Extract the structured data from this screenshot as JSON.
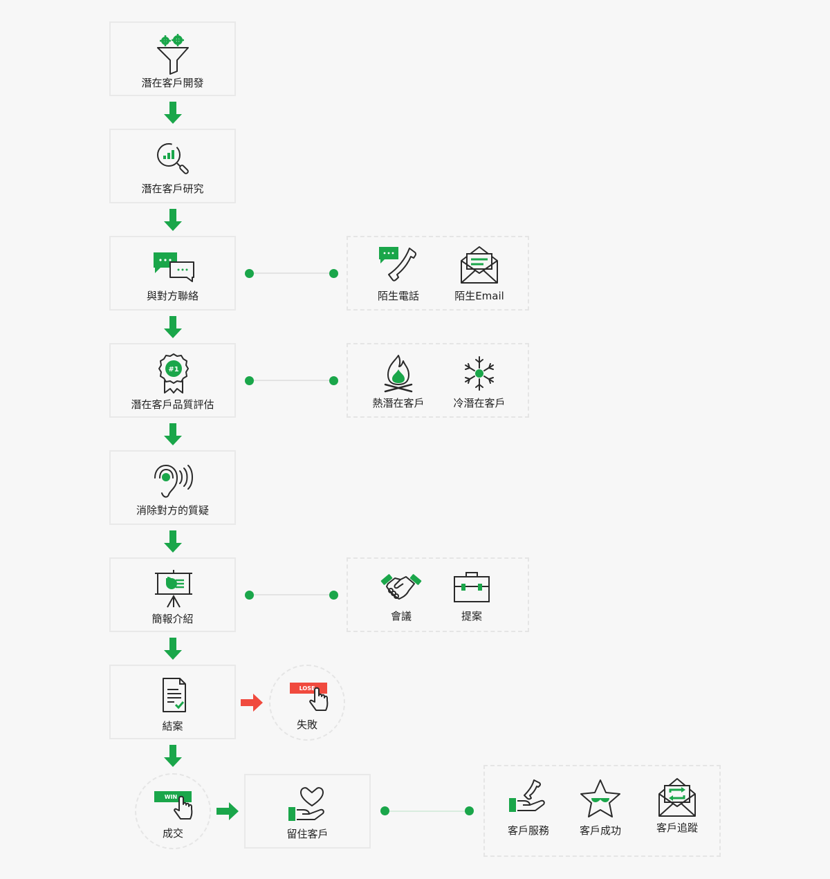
{
  "steps": [
    {
      "label": "潛在客戶開發",
      "icon": "gear-funnel-icon"
    },
    {
      "label": "潛在客戶研究",
      "icon": "magnifier-chart-icon"
    },
    {
      "label": "與對方聯絡",
      "icon": "chat-bubbles-icon"
    },
    {
      "label": "潛在客戶品質評估",
      "icon": "award-badge-icon"
    },
    {
      "label": "消除對方的質疑",
      "icon": "ear-sound-icon"
    },
    {
      "label": "簡報介紹",
      "icon": "presentation-board-icon"
    },
    {
      "label": "結案",
      "icon": "document-check-icon"
    },
    {
      "label": "成交",
      "icon": "win-hand-icon",
      "badge": "WIN"
    },
    {
      "label": "留住客戶",
      "icon": "hand-heart-icon"
    }
  ],
  "lose": {
    "label": "失敗",
    "badge": "LOSE",
    "icon": "lose-hand-icon"
  },
  "contact_options": [
    {
      "label": "陌生電話",
      "icon": "phone-chat-icon"
    },
    {
      "label": "陌生Email",
      "icon": "email-open-icon"
    }
  ],
  "qualify_options": [
    {
      "label": "熱潛在客戶",
      "icon": "campfire-icon"
    },
    {
      "label": "冷潛在客戶",
      "icon": "snowflake-icon"
    }
  ],
  "present_options": [
    {
      "label": "會議",
      "icon": "handshake-icon"
    },
    {
      "label": "提案",
      "icon": "briefcase-icon"
    }
  ],
  "retain_options": [
    {
      "label": "客戶服務",
      "icon": "hand-phone-icon"
    },
    {
      "label": "客戶成功",
      "icon": "star-icon"
    },
    {
      "label": "客戶追蹤",
      "icon": "email-cycle-icon"
    }
  ],
  "colors": {
    "accent": "#1aa64a",
    "danger": "#f04a3e",
    "icon_stroke": "#2a2a2a",
    "border": "#e9e9e9"
  }
}
